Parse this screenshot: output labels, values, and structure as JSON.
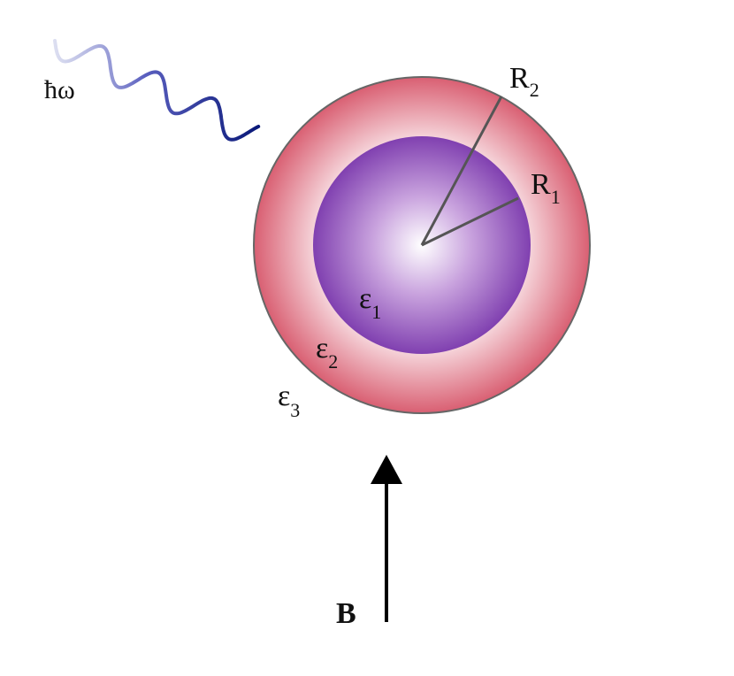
{
  "photon": {
    "label": "ħω",
    "wave_colors": {
      "start": "#c7cbe8",
      "mid": "#5a5fbf",
      "end": "#0b1a7a"
    }
  },
  "sphere": {
    "core": {
      "permittivity_label": "ε",
      "permittivity_subscript": "1",
      "colors": {
        "center": "#ffffff",
        "edge": "#8040b0"
      }
    },
    "shell": {
      "permittivity_label": "ε",
      "permittivity_subscript": "2",
      "colors": {
        "inner": "#f7dbe0",
        "edge": "#d95f72"
      }
    },
    "outline_color": "#666666",
    "radius_line_color": "#555555",
    "inner_radius": {
      "label": "R",
      "subscript": "1"
    },
    "outer_radius": {
      "label": "R",
      "subscript": "2"
    }
  },
  "medium": {
    "permittivity_label": "ε",
    "permittivity_subscript": "3"
  },
  "field": {
    "label": "B",
    "arrow_color": "#000000"
  }
}
